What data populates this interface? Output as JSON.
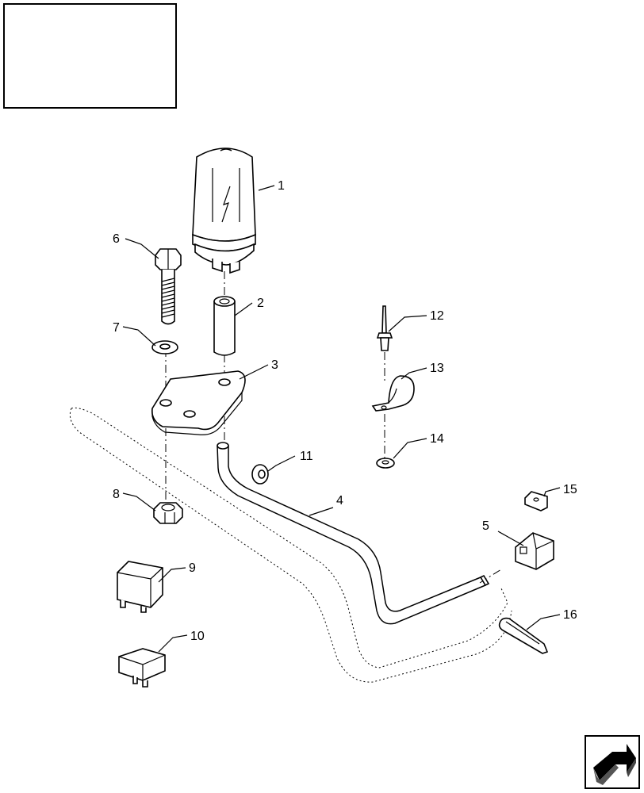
{
  "title_block": {
    "text": ""
  },
  "callouts": [
    {
      "id": "1",
      "label": "1"
    },
    {
      "id": "2",
      "label": "2"
    },
    {
      "id": "3",
      "label": "3"
    },
    {
      "id": "4",
      "label": "4"
    },
    {
      "id": "5",
      "label": "5"
    },
    {
      "id": "6",
      "label": "6"
    },
    {
      "id": "7",
      "label": "7"
    },
    {
      "id": "8",
      "label": "8"
    },
    {
      "id": "9",
      "label": "9"
    },
    {
      "id": "10",
      "label": "10"
    },
    {
      "id": "11",
      "label": "11"
    },
    {
      "id": "12",
      "label": "12"
    },
    {
      "id": "13",
      "label": "13"
    },
    {
      "id": "14",
      "label": "14"
    },
    {
      "id": "15",
      "label": "15"
    },
    {
      "id": "16",
      "label": "16"
    }
  ],
  "nav": {
    "icon": "next-page-arrow-icon"
  }
}
